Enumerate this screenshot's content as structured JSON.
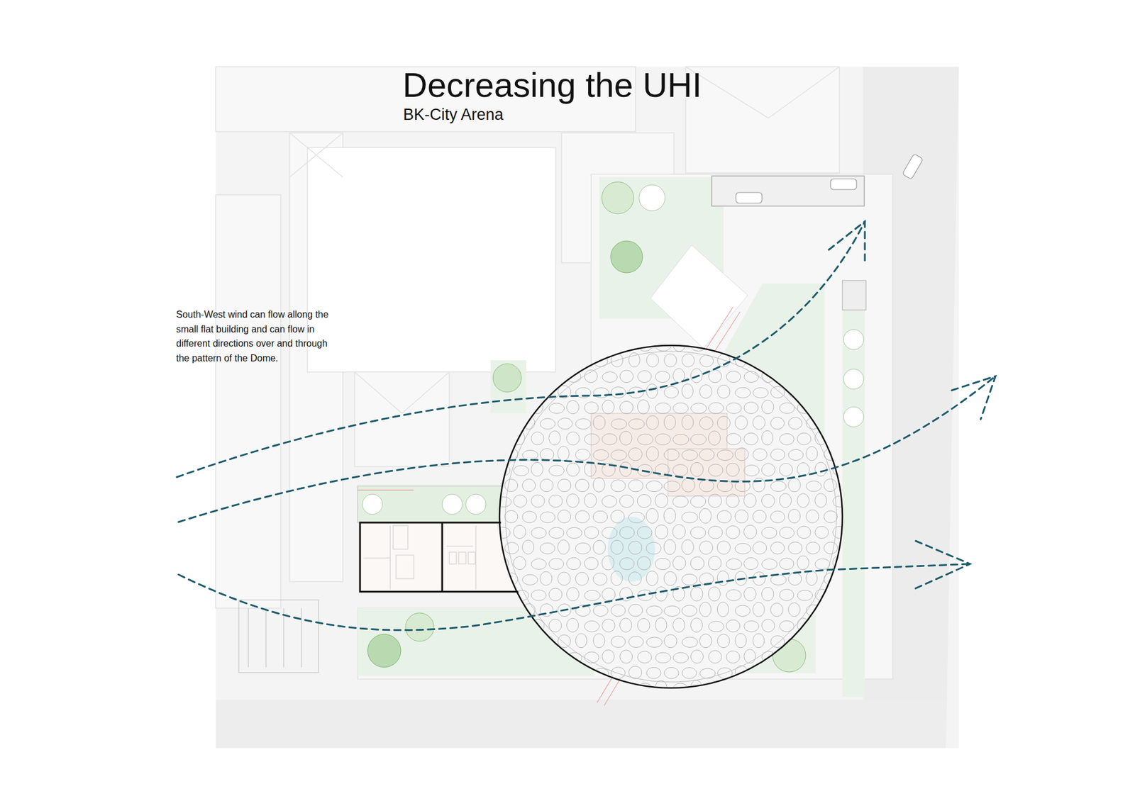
{
  "diagram": {
    "title": "Decreasing the UHI",
    "caption": "BK-City Arena",
    "labels": [
      "South-West wind can flow allong the small flat building and can flow in different directions over and through the pattern of the Dome."
    ]
  }
}
